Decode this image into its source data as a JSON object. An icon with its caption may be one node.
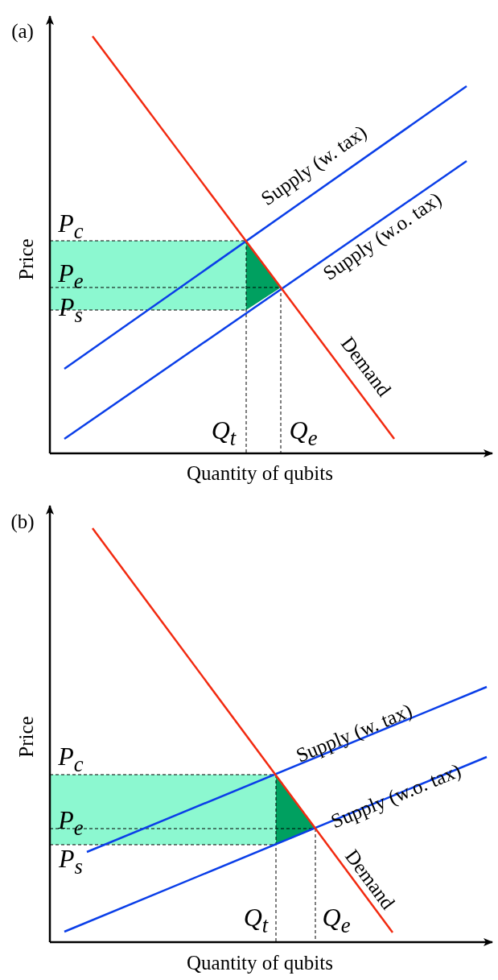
{
  "diagram": {
    "labels": [
      "(a)",
      "Price",
      "P$_{c}$",
      "Supply (w. tax)",
      "P$_{e}$",
      "Supply (w.o. tax)",
      "P$_{s}$",
      "Demand",
      "Q$_{t}$",
      "Q$_{e}$",
      "Quantity of qubits",
      "(b)",
      "Price",
      "P$_{c}$",
      "Supply (w. tax)",
      "P$_{e}$",
      "Supply (w.o. tax)",
      "P$_{s}$",
      "Demand",
      "Q$_{t}$",
      "Q$_{e}$",
      "Quantity of qubits"
    ]
  }
}
